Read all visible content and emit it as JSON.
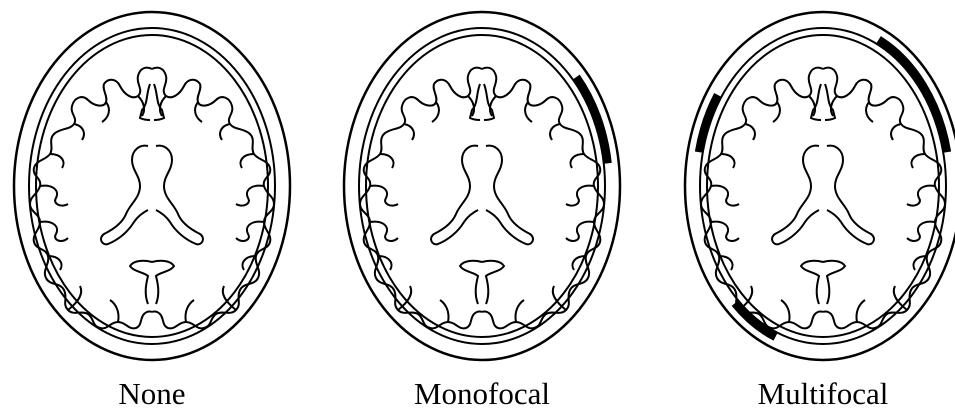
{
  "panels": [
    {
      "label": "None"
    },
    {
      "label": "Monofocal"
    },
    {
      "label": "Multifocal"
    }
  ],
  "colors": {
    "outline": "#000000",
    "background": "#ffffff",
    "lesion": "#000000"
  }
}
